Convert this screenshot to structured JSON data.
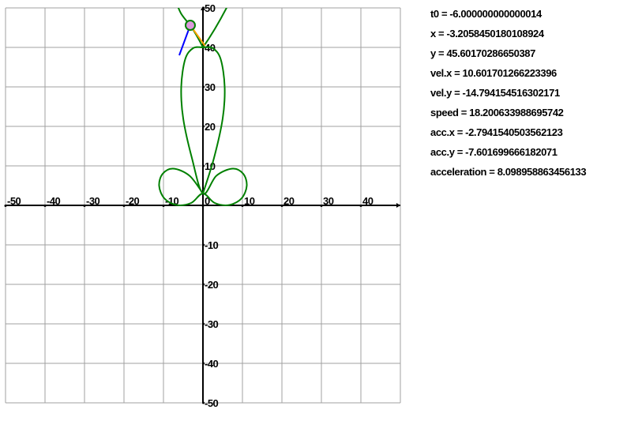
{
  "chart_data": {
    "type": "line",
    "title": "",
    "xlabel": "",
    "ylabel": "",
    "xlim": [
      -50,
      50
    ],
    "ylim": [
      -50,
      50
    ],
    "grid": true,
    "grid_step": 10,
    "x_ticks": [
      "-50",
      "-40",
      "-30",
      "-20",
      "-10",
      "0",
      "10",
      "20",
      "30",
      "40"
    ],
    "y_ticks": [
      "50",
      "40",
      "30",
      "20",
      "10",
      "-10",
      "-20",
      "-30",
      "-40",
      "-50"
    ],
    "curve": {
      "kind": "parametric",
      "color": "#008000",
      "x": [
        0,
        -3.4,
        -7.5,
        -10.2,
        -11.1,
        -9.8,
        -6.7,
        -3.0,
        0,
        3.0,
        6.7,
        9.8,
        11.1,
        10.2,
        7.5,
        3.4,
        0,
        -2.8,
        -5.0,
        -5.5,
        -4.5,
        -2.5,
        0,
        2.5,
        4.5,
        5.5,
        5.0,
        2.8,
        0,
        -3.2,
        -5.5,
        -7.0
      ],
      "y": [
        3,
        7.5,
        9.3,
        8.0,
        5.0,
        1.8,
        0.1,
        0.6,
        3,
        0.6,
        0.1,
        1.8,
        5.0,
        8.0,
        9.3,
        7.5,
        3,
        12,
        22,
        30,
        37,
        39.8,
        40,
        39.8,
        37,
        30,
        22,
        12,
        3,
        45.6,
        48.5,
        52
      ]
    },
    "point": {
      "x": -3.2058450180108924,
      "y": 45.60170286650387,
      "fill": "#dd99dd",
      "stroke": "#008000"
    },
    "velocity_vector": {
      "dx": 10.601701266223396,
      "dy": -14.794154516302171,
      "color": "#ffa500"
    },
    "acceleration_vector": {
      "dx": -2.7941540503562123,
      "dy": -7.601699666182071,
      "color": "#0000ff"
    },
    "colors": {
      "grid": "#a0a0a0",
      "axes": "#000000",
      "curve": "#008000"
    }
  },
  "readout": {
    "t0": "t0 = -6.000000000000014",
    "x": "x = -3.2058450180108924",
    "y": "y = 45.60170286650387",
    "vel_x": "vel.x = 10.601701266223396",
    "vel_y": "vel.y = -14.794154516302171",
    "speed": "speed = 18.200633988695742",
    "acc_x": "acc.x = -2.7941540503562123",
    "acc_y": "acc.y = -7.601699666182071",
    "acceleration": "acceleration = 8.098958863456133"
  }
}
